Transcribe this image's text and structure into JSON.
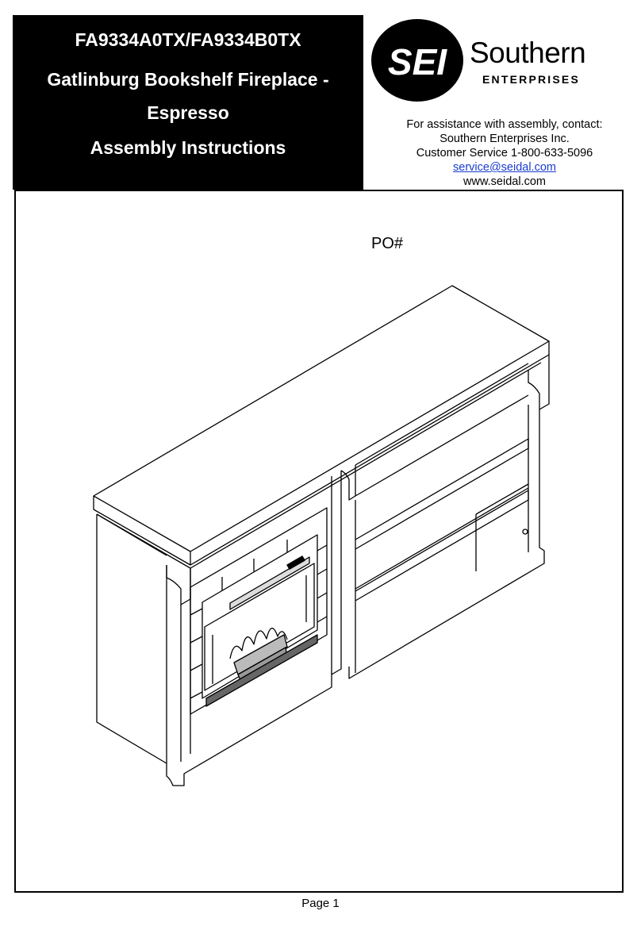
{
  "header": {
    "model": "FA9334A0TX/FA9334B0TX",
    "product_line1": "Gatlinburg Bookshelf Fireplace -",
    "product_line2": "Espresso",
    "doc_type": "Assembly Instructions"
  },
  "logo": {
    "mark": "SEI",
    "name": "Southern",
    "sub": "ENTERPRISES"
  },
  "contact": {
    "intro": "For assistance with assembly, contact:",
    "company": "Southern Enterprises Inc.",
    "phone": "Customer Service 1-800-633-5096",
    "email": "service@seidal.com",
    "website": "www.seidal.com"
  },
  "po_label": "PO#",
  "footer": {
    "page": "Page 1"
  },
  "colors": {
    "email_link": "#1a3ccf",
    "title_bg": "#000000"
  }
}
